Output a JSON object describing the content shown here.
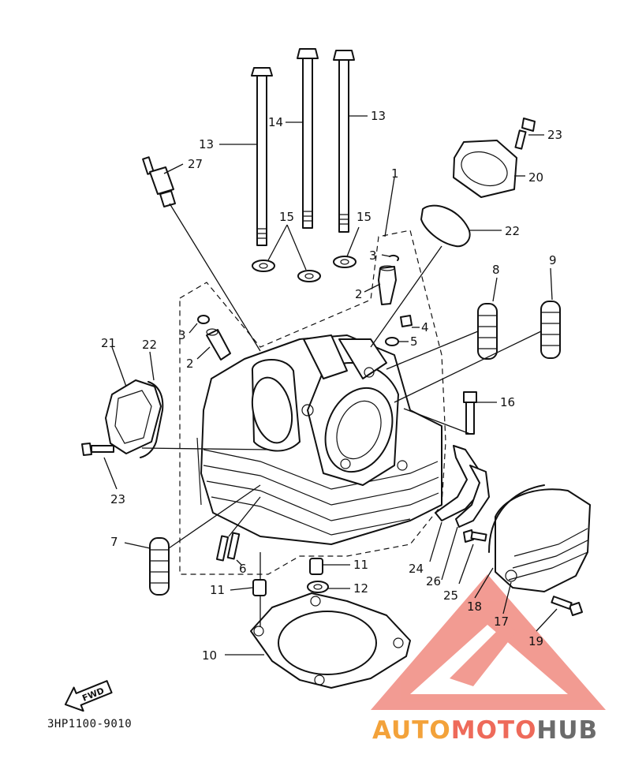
{
  "diagram": {
    "part_code": "3HP1100-9010",
    "direction_arrow": "FWD",
    "callouts": {
      "c1": "1",
      "c2a": "2",
      "c2b": "2",
      "c3a": "3",
      "c3b": "3",
      "c4": "4",
      "c5": "5",
      "c6": "6",
      "c7": "7",
      "c8": "8",
      "c9": "9",
      "c10": "10",
      "c11a": "11",
      "c11b": "11",
      "c12": "12",
      "c13a": "13",
      "c13b": "13",
      "c14": "14",
      "c15a": "15",
      "c15b": "15",
      "c16": "16",
      "c17": "17",
      "c18": "18",
      "c19": "19",
      "c20": "20",
      "c21": "21",
      "c22a": "22",
      "c22b": "22",
      "c23a": "23",
      "c23b": "23",
      "c24": "24",
      "c25": "25",
      "c26": "26",
      "c27": "27"
    }
  },
  "watermark": {
    "brand_part1": "AUTO",
    "brand_part2": "MOTO",
    "brand_part3": "HUB",
    "colors": {
      "orange": "#f3a23a",
      "red": "#ee6a5a",
      "gray": "#6b6b6b",
      "triangle": "#f08a80"
    }
  }
}
